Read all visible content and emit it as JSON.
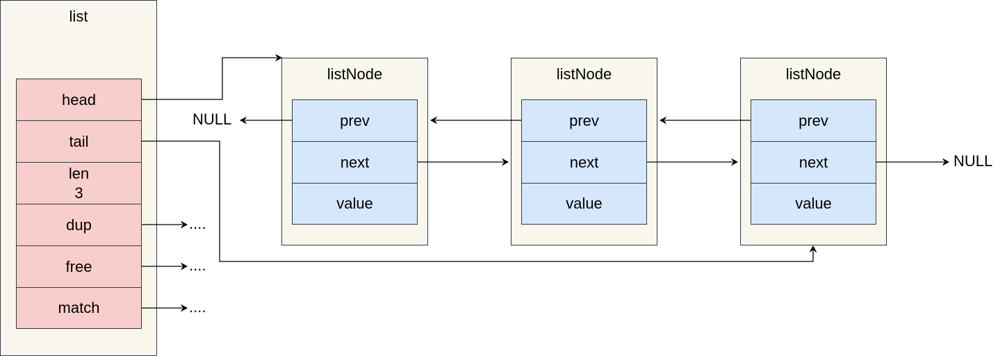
{
  "list": {
    "title": "list",
    "fields": [
      "head",
      "tail",
      "len",
      "dup",
      "free",
      "match"
    ],
    "len_value": "3"
  },
  "nodes": [
    {
      "title": "listNode",
      "fields": [
        "prev",
        "next",
        "value"
      ]
    },
    {
      "title": "listNode",
      "fields": [
        "prev",
        "next",
        "value"
      ]
    },
    {
      "title": "listNode",
      "fields": [
        "prev",
        "next",
        "value"
      ]
    }
  ],
  "labels": {
    "null_left": "NULL",
    "null_right": "NULL",
    "ellipsis": "...."
  },
  "colors": {
    "list_field_fill": "#f8cecc",
    "node_field_fill": "#d5e8fb",
    "container_fill": "#f9f7ed",
    "stroke": "#36393d"
  }
}
